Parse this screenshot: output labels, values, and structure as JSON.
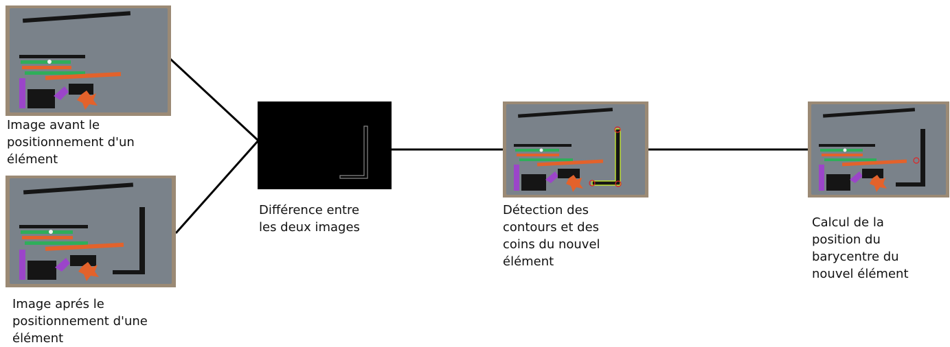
{
  "captions": {
    "before": "Image avant le\npositionnement d'un\nélément",
    "after": "Image aprés le\npositionnement d'une\nélément",
    "difference": "Différence entre\nles deux images",
    "detection": "Détection des\ncontours et des\ncoins du nouvel\nélément",
    "barycentre": "Calcul de la\nposition du\nbarycentre du\nnouvel élément"
  },
  "colors": {
    "board": "#7a828a",
    "table": "#9b8a75",
    "piece_black": "#151515",
    "piece_green": "#2fae5a",
    "piece_orange": "#e3622b",
    "piece_purple": "#9b45c9",
    "diff_background": "#000000",
    "diff_outline": "#8a8a8a",
    "corner_marker": "#e02424",
    "contour_highlight": "#d7ff2a"
  }
}
